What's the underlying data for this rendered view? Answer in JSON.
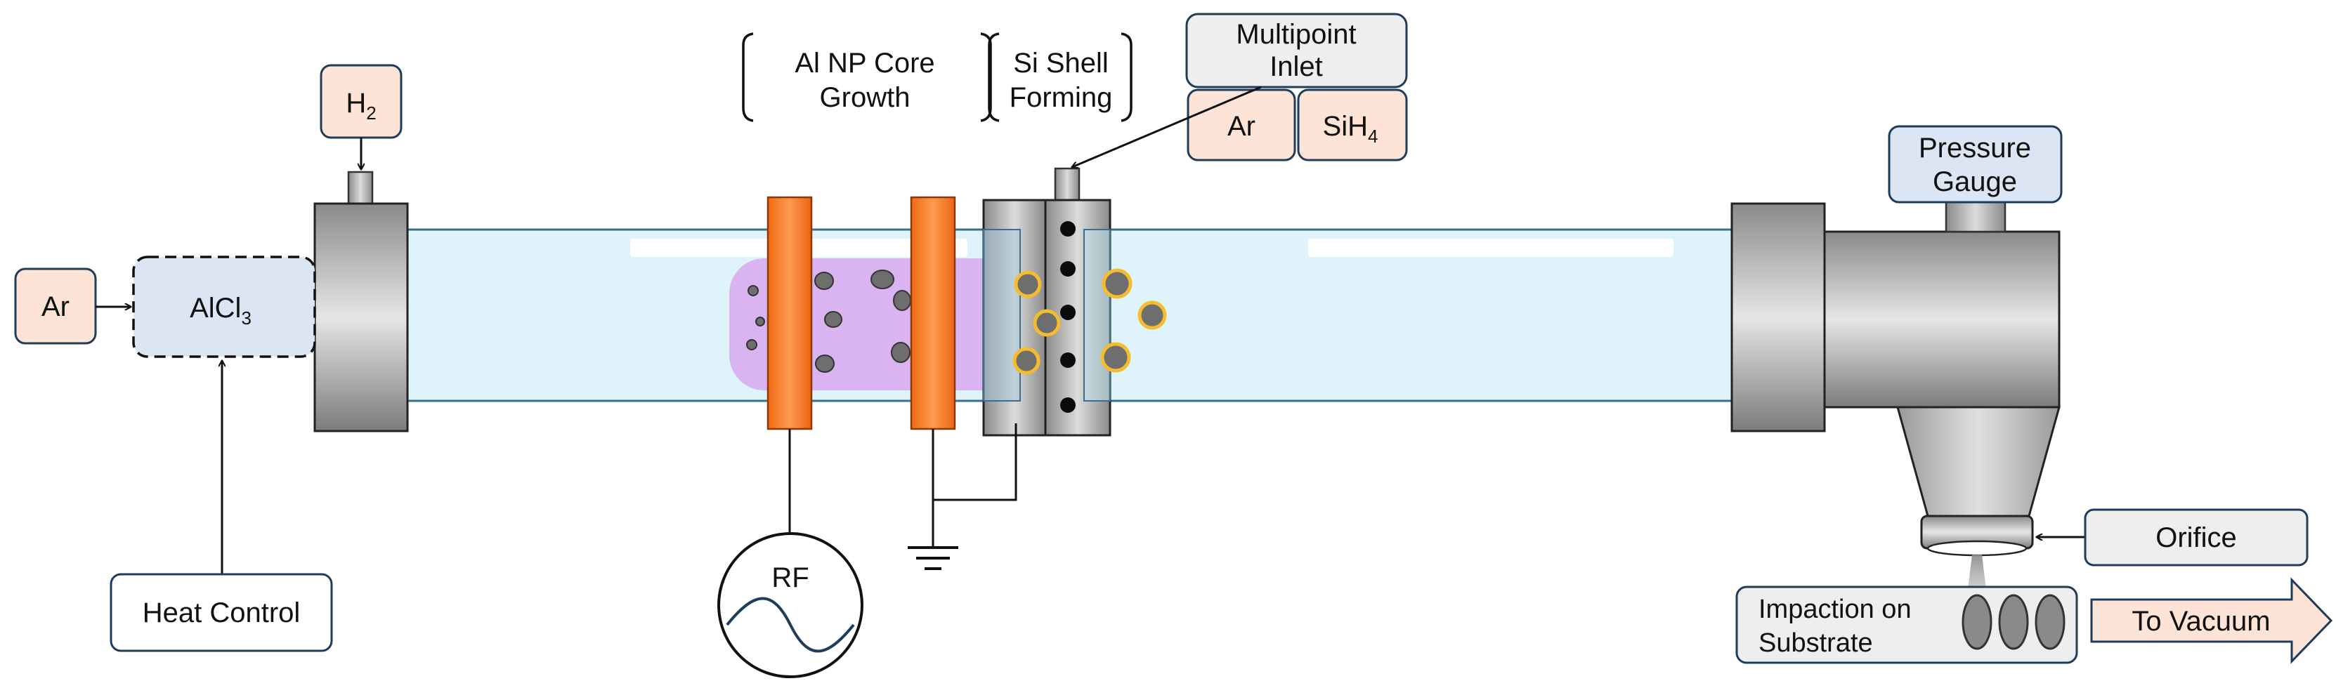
{
  "labels": {
    "h2": "H",
    "h2_sub": "2",
    "ar_left": "Ar",
    "alcl3": "AlCl",
    "alcl3_sub": "3",
    "heat_control": "Heat Control",
    "core_growth_line1": "Al NP Core",
    "core_growth_line2": "Growth",
    "shell_line1": "Si Shell",
    "shell_line2": "Forming",
    "multipoint_line1": "Multipoint",
    "multipoint_line2": "Inlet",
    "ar_inlet": "Ar",
    "sih4": "SiH",
    "sih4_sub": "4",
    "rf": "RF",
    "pressure_line1": "Pressure",
    "pressure_line2": "Gauge",
    "orifice": "Orifice",
    "impaction_line1": "Impaction on",
    "impaction_line2": "Substrate",
    "to_vacuum": "To Vacuum"
  },
  "colors": {
    "peach": "#fde4d6",
    "light_blue": "#dbe5f3",
    "box_border": "#1f3c5a",
    "tube": "#dff4fa",
    "tube_border": "#3a6f8f",
    "plasma": "#d9a8ee",
    "electrode": "#f47a22",
    "metal": "#a8a8a8",
    "particle_core": "#6e6e6e",
    "particle_shell": "#f5bc2c"
  }
}
